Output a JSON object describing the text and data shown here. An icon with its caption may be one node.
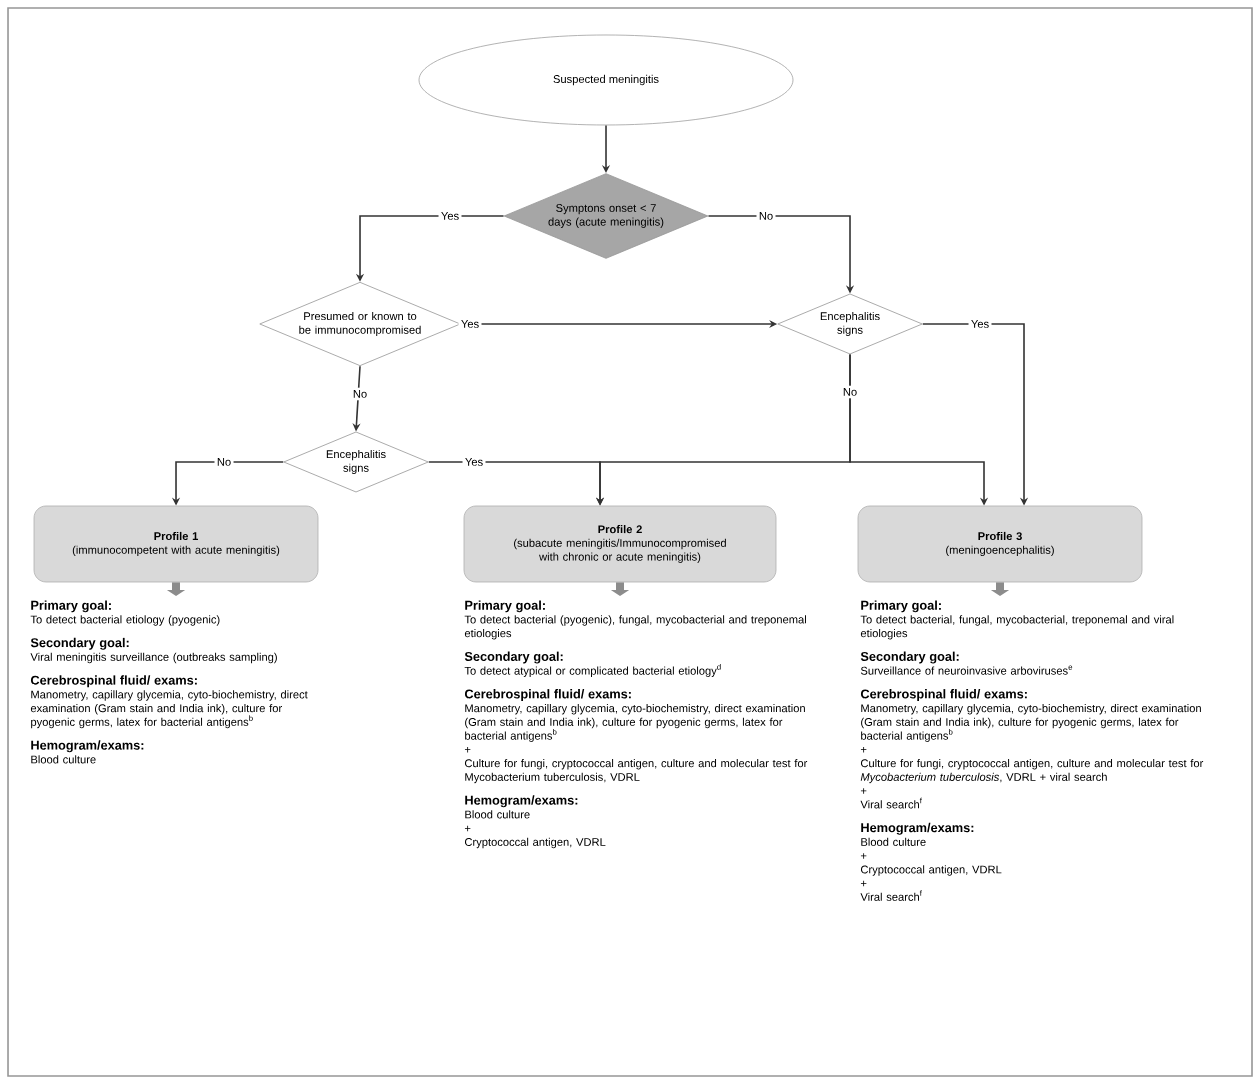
{
  "diagram": {
    "nodes": [
      {
        "text": [
          "Suspected meningitis"
        ]
      },
      {
        "text": [
          "Symptons onset < 7 days (acute meningitis)"
        ]
      },
      {
        "text": [
          "Presumed or known to be immunocompromised"
        ]
      },
      {
        "text": [
          "Encephalitis signs"
        ]
      },
      {
        "text": [
          "Encephalitis signs"
        ]
      },
      {
        "text": [
          "Profile 1",
          "(immunocompetent with acute meningitis)"
        ]
      },
      {
        "text": [
          "Profile 2",
          "(subacute meningitis/Immunocompromised with chronic or acute meningitis)"
        ]
      },
      {
        "text": [
          "Profile 3",
          "(meningoencephalitis)"
        ]
      },
      {
        "text": [
          "Primary goal:",
          "To detect bacterial etiology (pyogenic)",
          "Secondary goal:",
          "Viral meningitis surveillance (outbreaks sampling)",
          "Cerebrospinal fluid/ exams:",
          "Manometry, capillary glycemia, cyto-biochemistry, direct examination (Gram stain and India ink), culture for pyogenic germs, latex for bacterial antigens$^{b}$",
          "Hemogram/exams:",
          "Blood culture"
        ]
      },
      {
        "text": [
          "Primary goal:",
          "To detect bacterial (pyogenic), fungal, mycobacterial and treponemal etiologies",
          "Secondary goal:",
          "To detect atypical or complicated bacterial etiology$^{d}$",
          "Cerebrospinal fluid/ exams:",
          "Manometry, capillary glycemia, cyto-biochemistry, direct examination (Gram stain and India ink), culture for pyogenic germs, latex for bacterial antigens$^{b}$",
          "+",
          "Culture for fungi, cryptococcal antigen, culture and molecular test for Mycobacterium tuberculosis, VDRL",
          "Hemogram/exams:",
          "Blood culture",
          "+",
          "Cryptococcal antigen, VDRL"
        ]
      },
      {
        "text": [
          "Primary goal:",
          "To detect bacterial, fungal, mycobacterial, treponemal and viral etiologies",
          "Secondary goal:",
          "Surveillance of neuroinvasive arboviruses$^{e}$",
          "Cerebrospinal fluid/ exams:",
          "Manometry, capillary glycemia, cyto-biochemistry, direct examination (Gram stain and India ink), culture for pyogenic germs, latex for bacterial antigens$^{b}$",
          "+",
          "Culture for fungi, cryptococcal antigen, culture and molecular test for *Mycobacterium tuberculosis*, VDRL + viral search",
          "+",
          "Viral search$^{f}$",
          "Hemogram/exams:",
          "Blood culture",
          "+",
          "Cryptococcal antigen, VDRL",
          "+",
          "Viral search$^{f}$"
        ]
      }
    ],
    "edges": [
      {
        "from": 0,
        "to": 1,
        "arrow": "to"
      },
      {
        "from": 1,
        "to": 2,
        "arrow": "to",
        "label": "Yes"
      },
      {
        "from": 1,
        "to": 3,
        "arrow": "to",
        "label": "No"
      },
      {
        "from": 2,
        "to": 3,
        "arrow": "to",
        "label": "Yes"
      },
      {
        "from": 2,
        "to": 4,
        "arrow": "to",
        "label": "No"
      },
      {
        "from": 4,
        "to": 5,
        "arrow": "to",
        "label": "No"
      },
      {
        "from": 4,
        "to": 6,
        "arrow": "to",
        "label": "Yes"
      },
      {
        "from": 3,
        "to": 6,
        "arrow": "to",
        "label": "No"
      },
      {
        "from": 3,
        "to": 7,
        "arrow": "to"
      },
      {
        "from": 3,
        "to": 7,
        "arrow": "to",
        "label": "Yes"
      },
      {
        "from": 5,
        "to": 8,
        "arrow": "to",
        "style": "thick",
        "color": "#8c8c8c"
      },
      {
        "from": 6,
        "to": 9,
        "arrow": "to",
        "style": "thick",
        "color": "#8c8c8c"
      },
      {
        "from": 7,
        "to": 10,
        "arrow": "to",
        "style": "thick",
        "color": "#8c8c8c"
      }
    ]
  }
}
